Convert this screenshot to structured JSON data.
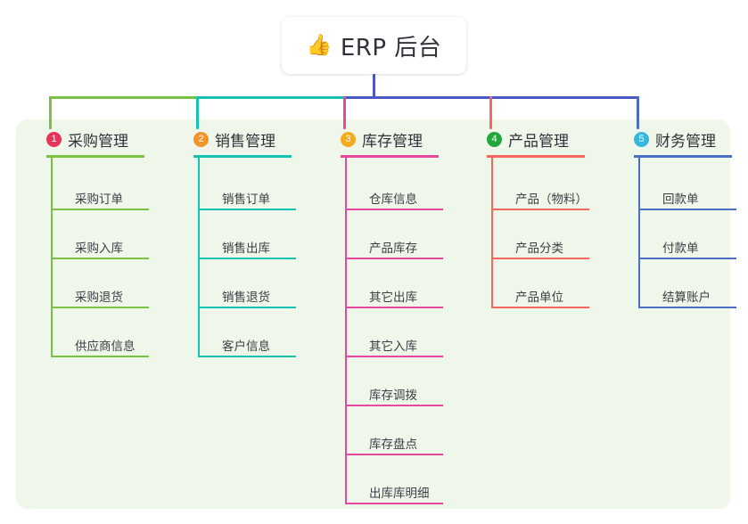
{
  "title": {
    "emoji": "👍",
    "emoji_name": "thumbs-up-icon",
    "text": "ERP 后台"
  },
  "theme": {
    "page_background": "#ffffff",
    "panel_background": "#eef7e9",
    "card_background": "#ffffff",
    "text_color": "#2f3239"
  },
  "trunk": {
    "color": "#4a57c4"
  },
  "columns": [
    {
      "number": "1",
      "title": "采购管理",
      "badge_color": "#e8345a",
      "line_color": "#7ac143",
      "items": [
        "采购订单",
        "采购入库",
        "采购退货",
        "供应商信息"
      ]
    },
    {
      "number": "2",
      "title": "销售管理",
      "badge_color": "#f2942c",
      "line_color": "#14c4b0",
      "items": [
        "销售订单",
        "销售出库",
        "销售退货",
        "客户信息"
      ]
    },
    {
      "number": "3",
      "title": "库存管理",
      "badge_color": "#f5ab1c",
      "line_color": "#e5489e",
      "items": [
        "仓库信息",
        "产品库存",
        "其它出库",
        "其它入库",
        "库存调拨",
        "库存盘点",
        "出库库明细"
      ]
    },
    {
      "number": "4",
      "title": "产品管理",
      "badge_color": "#21a83c",
      "line_color": "#f4685e",
      "items": [
        "产品（物料）",
        "产品分类",
        "产品单位"
      ]
    },
    {
      "number": "5",
      "title": "财务管理",
      "badge_color": "#35b8e0",
      "line_color": "#4a6fc4",
      "items": [
        "回款单",
        "付款单",
        "结算账户"
      ]
    }
  ]
}
